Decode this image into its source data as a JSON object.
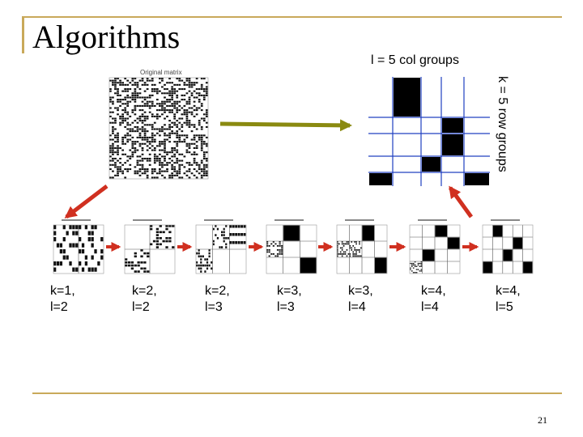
{
  "slide": {
    "title": "Algorithms",
    "col_groups_label": "l = 5 col groups",
    "row_groups_label": "k = 5 row groups",
    "original_matrix_caption": "Original matrix",
    "page_number": "21"
  },
  "steps": [
    {
      "label": "k=1,\nl=2",
      "k": 1,
      "l": 2
    },
    {
      "label": "k=2,\nl=2",
      "k": 2,
      "l": 2
    },
    {
      "label": "k=2,\nl=3",
      "k": 2,
      "l": 3
    },
    {
      "label": "k=3,\nl=3",
      "k": 3,
      "l": 3
    },
    {
      "label": "k=3,\nl=4",
      "k": 3,
      "l": 4
    },
    {
      "label": "k=4,\nl=4",
      "k": 4,
      "l": 4
    },
    {
      "label": "k=4,\nl=5",
      "k": 4,
      "l": 5
    }
  ],
  "colors": {
    "accent_rule": "#c9a95a",
    "arrow_red": "#d03020",
    "arrow_olive": "#8a8a10",
    "grid_blue": "#2040c0"
  }
}
